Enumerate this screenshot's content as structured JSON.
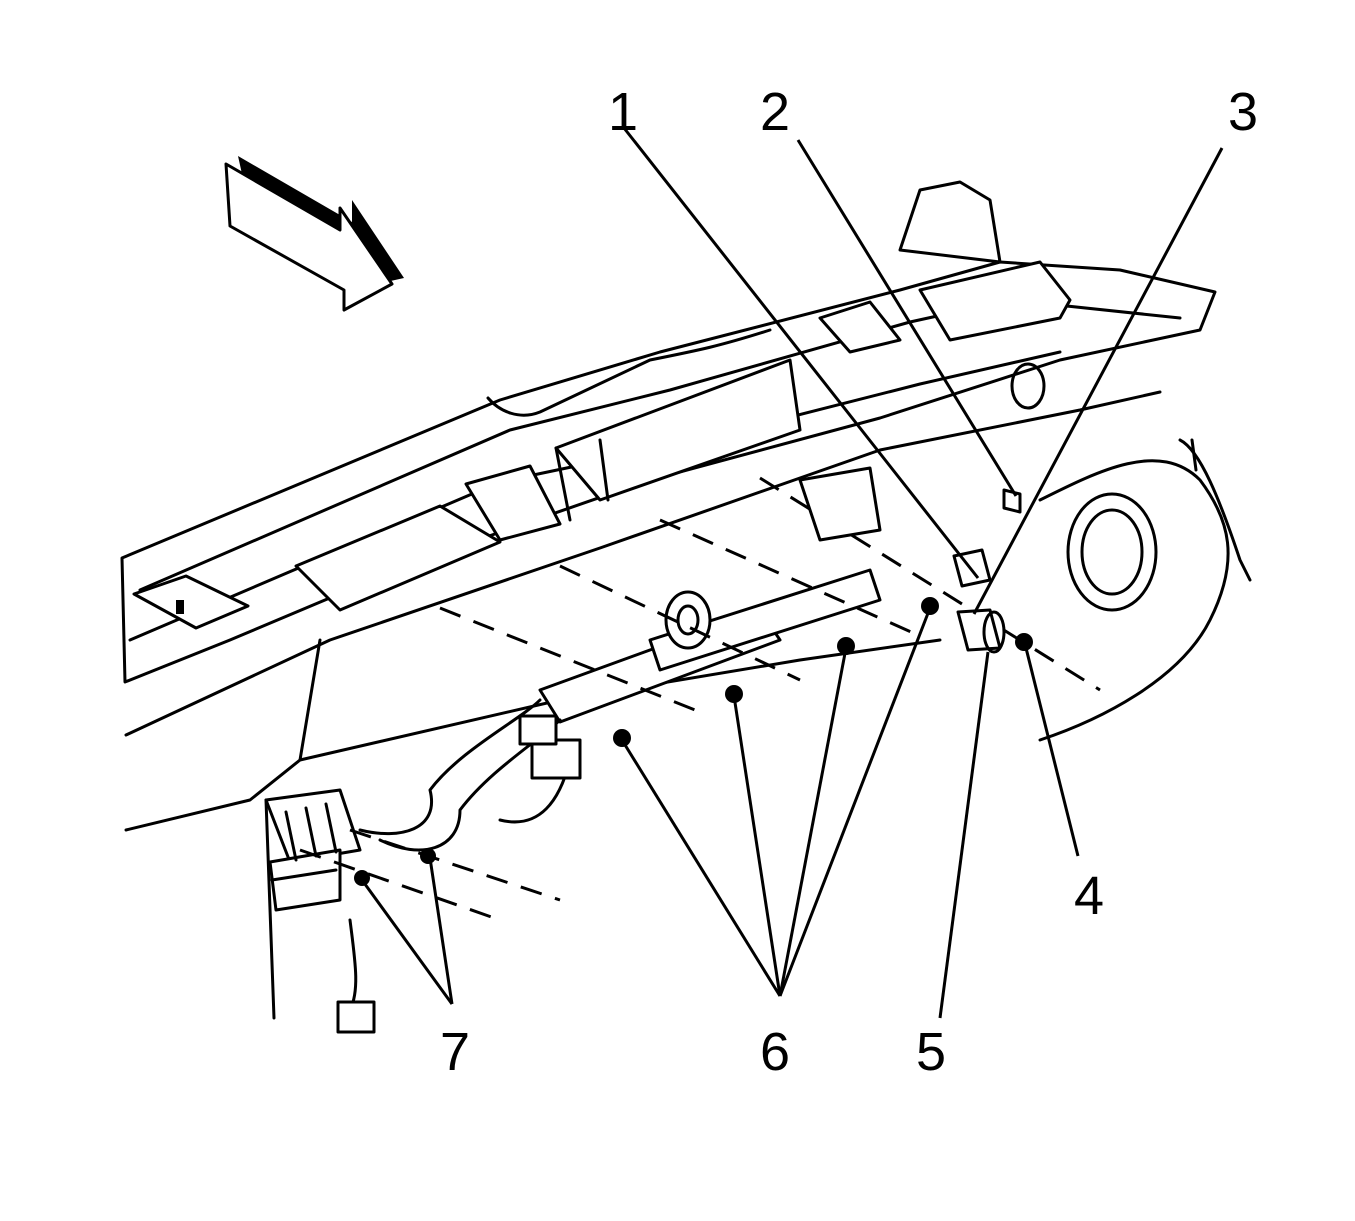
{
  "callouts": [
    {
      "id": "1",
      "label": "1"
    },
    {
      "id": "2",
      "label": "2"
    },
    {
      "id": "3",
      "label": "3"
    },
    {
      "id": "4",
      "label": "4"
    },
    {
      "id": "5",
      "label": "5"
    },
    {
      "id": "6",
      "label": "6"
    },
    {
      "id": "7",
      "label": "7"
    }
  ],
  "icons": {
    "direction_arrow": "front-direction-arrow-icon"
  }
}
